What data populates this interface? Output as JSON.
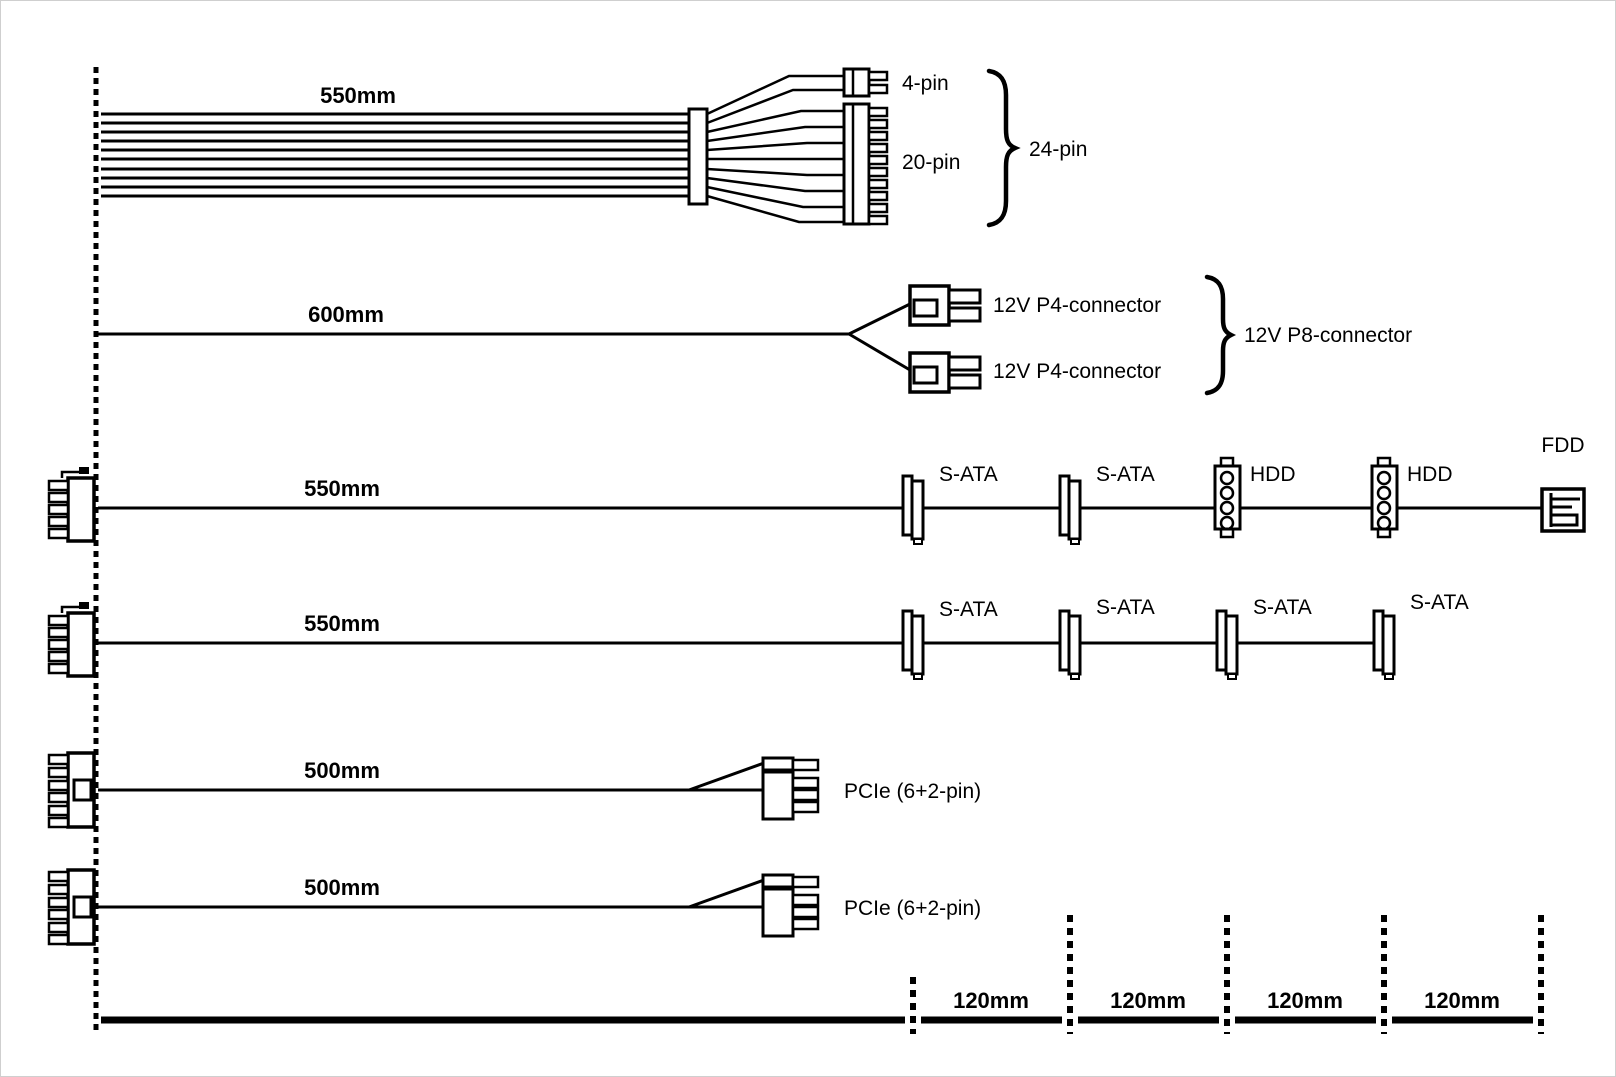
{
  "colors": {
    "ink": "#000000",
    "background": "#ffffff"
  },
  "cables": [
    {
      "id": "atx",
      "length": "550mm",
      "connectors": {
        "four_pin": "4-pin",
        "twenty_pin": "20-pin",
        "combined": "24-pin"
      }
    },
    {
      "id": "cpu-12v",
      "length": "600mm",
      "connectors": {
        "p4_top": "12V P4-connector",
        "p4_bottom": "12V P4-connector",
        "combined": "12V P8-connector"
      }
    },
    {
      "id": "peripheral-mixed",
      "length": "550mm",
      "connectors": {
        "sata1": "S-ATA",
        "sata2": "S-ATA",
        "hdd1": "HDD",
        "hdd2": "HDD",
        "fdd": "FDD"
      }
    },
    {
      "id": "peripheral-sata",
      "length": "550mm",
      "connectors": {
        "sata1": "S-ATA",
        "sata2": "S-ATA",
        "sata3": "S-ATA",
        "sata4": "S-ATA"
      }
    },
    {
      "id": "pcie-1",
      "length": "500mm",
      "connectors": {
        "pcie": "PCIe (6+2-pin)"
      }
    },
    {
      "id": "pcie-2",
      "length": "500mm",
      "connectors": {
        "pcie": "PCIe (6+2-pin)"
      }
    }
  ],
  "ruler": {
    "segments": [
      "120mm",
      "120mm",
      "120mm",
      "120mm"
    ]
  }
}
